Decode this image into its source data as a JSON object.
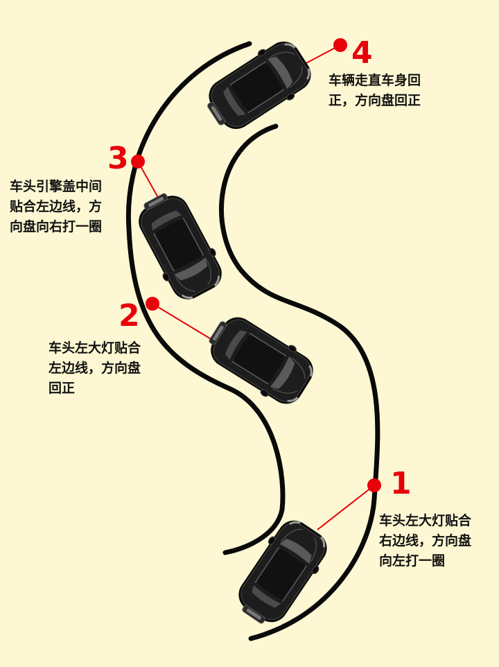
{
  "steps": [
    {
      "number": "1",
      "caption": "车头左大灯贴合\n右边线，方向盘\n向左打一圈"
    },
    {
      "number": "2",
      "caption": "车头左大灯贴合\n左边线，方向盘\n回正"
    },
    {
      "number": "3",
      "caption": "车头引擎盖中间\n贴合左边线，方\n向盘向右打一圈"
    },
    {
      "number": "4",
      "caption": "车辆走直车身回\n正，方向盘回正"
    }
  ],
  "colors": {
    "background": "#fdf8d3",
    "road_line": "#0a0a0a",
    "marker": "#e8000b",
    "car_body": "#151515"
  },
  "icons": [
    "car-icon"
  ]
}
